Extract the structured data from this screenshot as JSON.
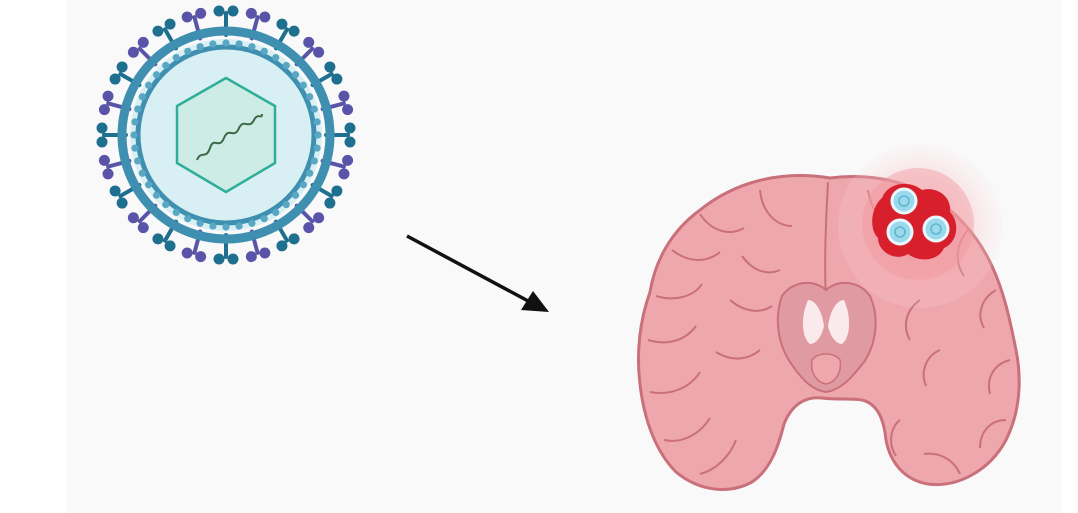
{
  "colors": {
    "background": "#f9f9fa",
    "virus_capsid_fill": "#cdece6",
    "virus_capsid_stroke": "#2fae9a",
    "virus_rna": "#3a6a48",
    "virus_membrane": "#3f8fb0",
    "virus_spike_blue": "#1f6f8f",
    "virus_spike_purple": "#5a54a8",
    "arrow": "#111111",
    "brain_fill": "#efa7ae",
    "brain_outline": "#c9707a",
    "brain_inner": "#e09aa1",
    "tumor_glow": "#f6b5b8",
    "tumor_core": "#d81f2c",
    "infected_cell": "#9bd9ec"
  },
  "diagram": {
    "nodes": [
      {
        "id": "virus",
        "icon": "virus-icon"
      },
      {
        "id": "brain",
        "icon": "brain-coronal-section-icon"
      },
      {
        "id": "tumor",
        "icon": "tumor-infected-cells-icon"
      }
    ],
    "edges": [
      {
        "from": "virus",
        "to": "brain",
        "icon": "arrow-icon"
      }
    ]
  }
}
